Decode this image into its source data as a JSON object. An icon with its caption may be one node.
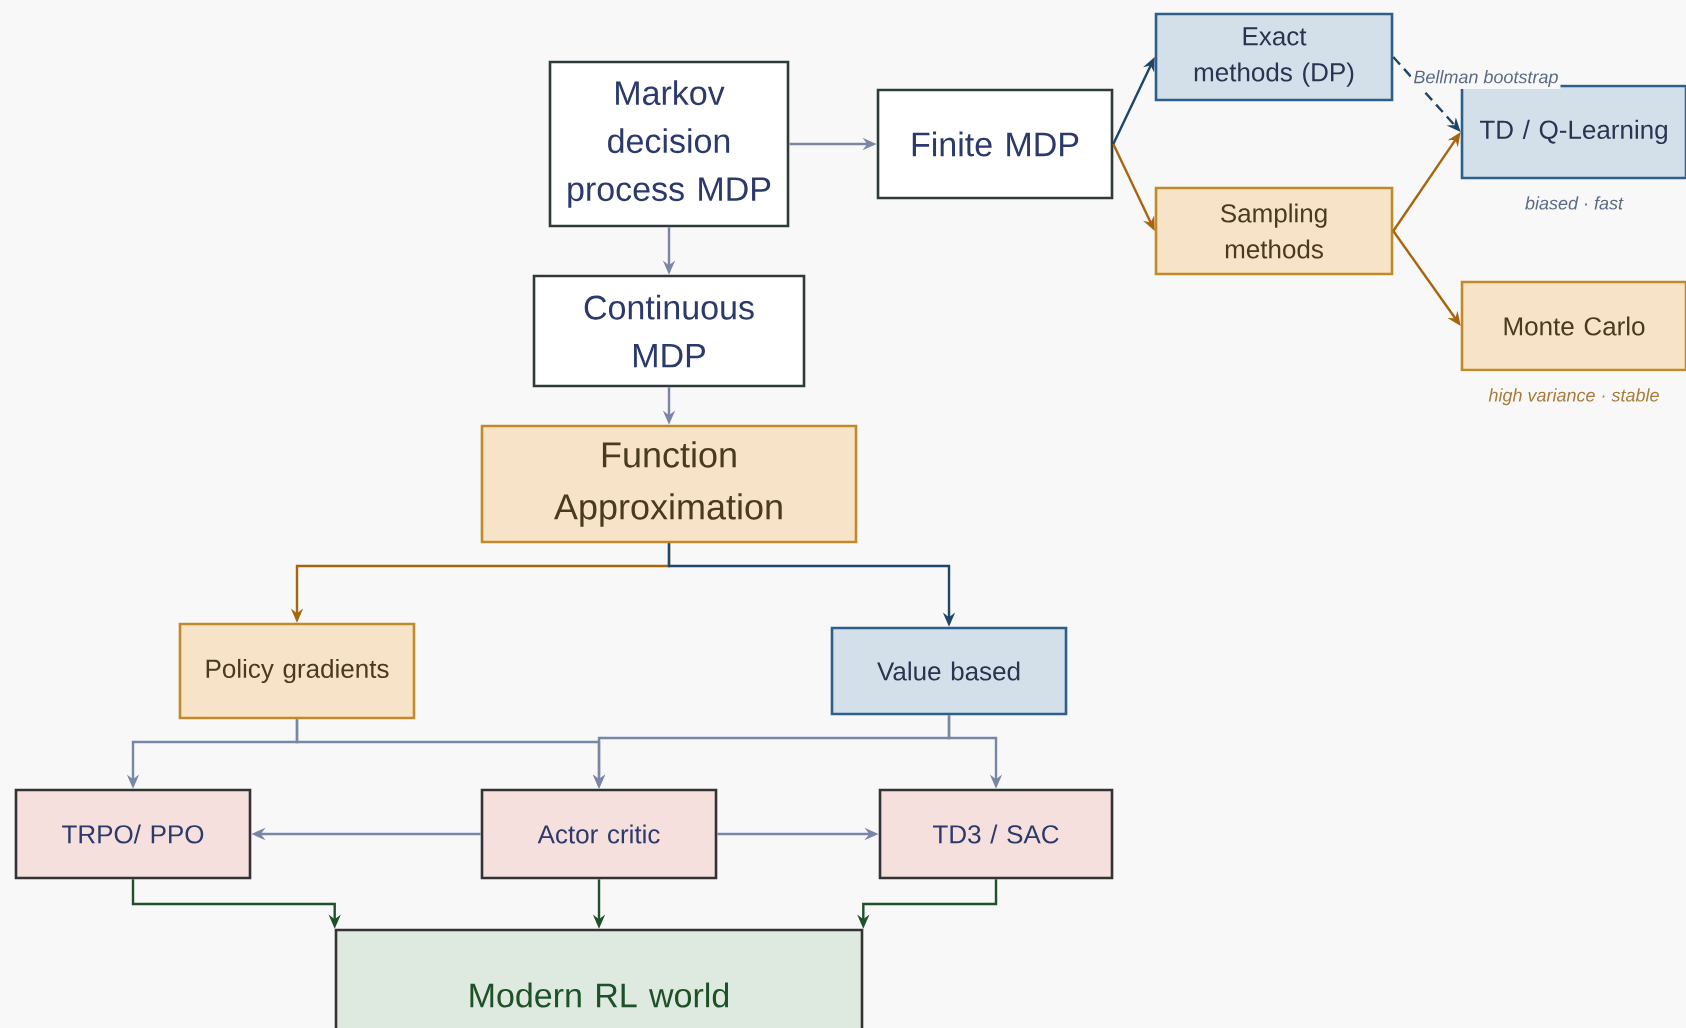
{
  "diagram": {
    "nodes": [
      {
        "text": [
          "Markov decision process MDP"
        ]
      },
      {
        "text": [
          "Finite MDP"
        ]
      },
      {
        "text": [
          "Exact methods (DP)"
        ]
      },
      {
        "text": [
          "Sampling methods"
        ]
      },
      {
        "text": [
          "TD / Q-Learning"
        ],
        "beside": [
          "biased · fast"
        ]
      },
      {
        "text": [
          "Monte Carlo"
        ],
        "beside": [
          "high variance · stable"
        ]
      },
      {
        "text": [
          "Continuous MDP"
        ]
      },
      {
        "text": [
          "Function Approximation"
        ]
      },
      {
        "text": [
          "Policy gradients"
        ]
      },
      {
        "text": [
          "Value based"
        ]
      },
      {
        "text": [
          "TRPO/ PPO"
        ]
      },
      {
        "text": [
          "Actor critic"
        ]
      },
      {
        "text": [
          "TD3 / SAC"
        ]
      },
      {
        "text": [
          "Modern RL world"
        ]
      }
    ],
    "edges": [
      {
        "from": 0,
        "to": 1,
        "arrow": "to"
      },
      {
        "from": 0,
        "to": 6,
        "arrow": "to"
      },
      {
        "from": 6,
        "to": 7,
        "arrow": "to"
      },
      {
        "from": 1,
        "to": 2,
        "arrow": "to",
        "color": "#1f4568"
      },
      {
        "from": 1,
        "to": 3,
        "arrow": "to",
        "color": "#a8650f"
      },
      {
        "from": 2,
        "to": 4,
        "arrow": "to",
        "style": "dashed",
        "color": "#1f4568",
        "label": "Bellman bootstrap"
      },
      {
        "from": 3,
        "to": 4,
        "arrow": "to",
        "color": "#a8650f"
      },
      {
        "from": 3,
        "to": 5,
        "arrow": "to",
        "color": "#a8650f"
      },
      {
        "from": 7,
        "to": 8,
        "arrow": "to",
        "color": "#a8650f"
      },
      {
        "from": 7,
        "to": 9,
        "arrow": "to",
        "color": "#1f4568"
      },
      {
        "from": 8,
        "to": 10,
        "arrow": "to"
      },
      {
        "from": 8,
        "to": 11,
        "arrow": "to"
      },
      {
        "from": 9,
        "to": 11,
        "arrow": "to"
      },
      {
        "from": 9,
        "to": 12,
        "arrow": "to"
      },
      {
        "from": 11,
        "to": 10,
        "arrow": "to"
      },
      {
        "from": 11,
        "to": 12,
        "arrow": "to"
      },
      {
        "from": 10,
        "to": 13,
        "arrow": "to",
        "color": "#1e5128"
      },
      {
        "from": 11,
        "to": 13,
        "arrow": "to",
        "color": "#1e5128"
      },
      {
        "from": 12,
        "to": 13,
        "arrow": "to",
        "color": "#1e5128"
      }
    ]
  }
}
